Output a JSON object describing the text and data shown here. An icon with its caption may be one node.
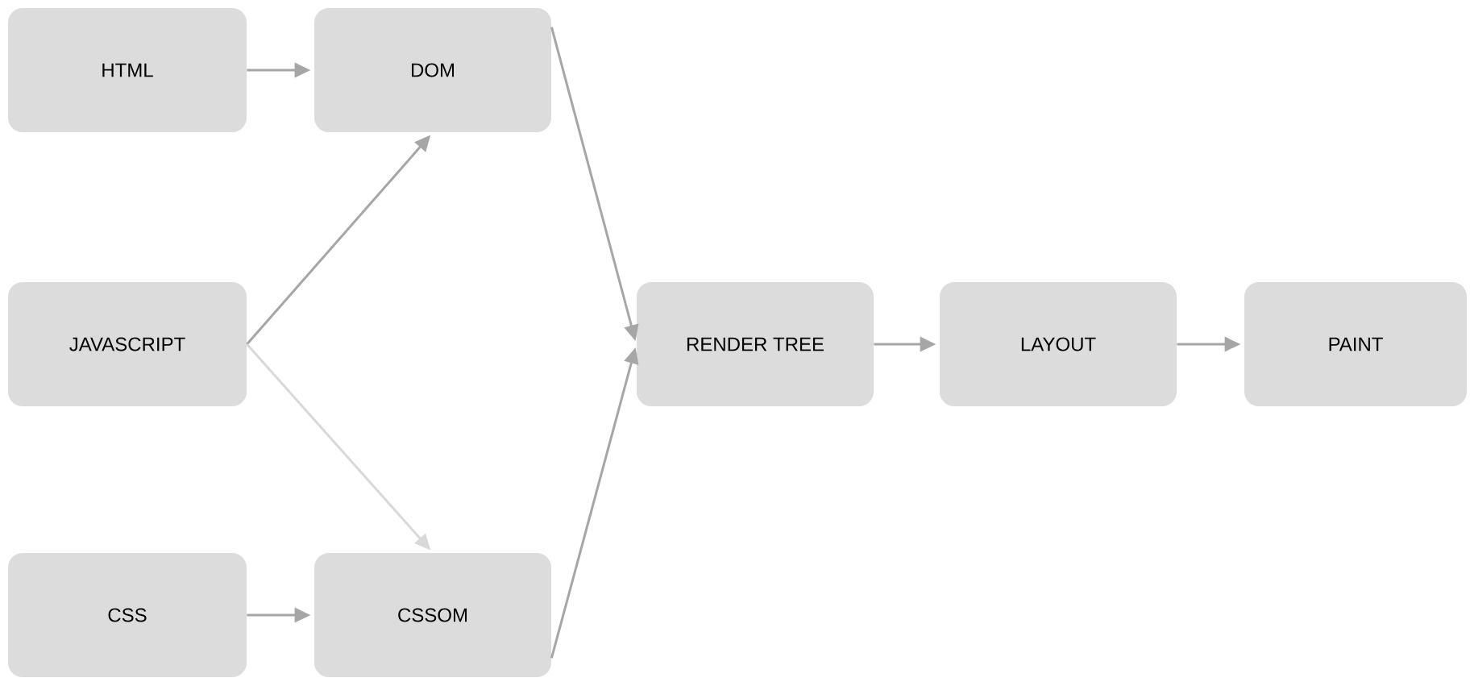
{
  "diagram": {
    "nodes": [
      {
        "text": [
          "HTML"
        ]
      },
      {
        "text": [
          "DOM"
        ]
      },
      {
        "text": [
          "JAVASCRIPT"
        ]
      },
      {
        "text": [
          "RENDER TREE"
        ]
      },
      {
        "text": [
          "LAYOUT"
        ]
      },
      {
        "text": [
          "PAINT"
        ]
      },
      {
        "text": [
          "CSS"
        ]
      },
      {
        "text": [
          "CSSOM"
        ]
      }
    ],
    "edges": [
      {
        "from": 0,
        "to": 1,
        "arrow": "to"
      },
      {
        "from": 2,
        "to": 1,
        "arrow": "to"
      },
      {
        "from": 2,
        "to": 7,
        "arrow": "to",
        "color": "#d9d9d9"
      },
      {
        "from": 6,
        "to": 7,
        "arrow": "to"
      },
      {
        "from": 1,
        "to": 3,
        "arrow": "to"
      },
      {
        "from": 7,
        "to": 3,
        "arrow": "to"
      },
      {
        "from": 3,
        "to": 4,
        "arrow": "to"
      },
      {
        "from": 4,
        "to": 5,
        "arrow": "to"
      }
    ]
  }
}
